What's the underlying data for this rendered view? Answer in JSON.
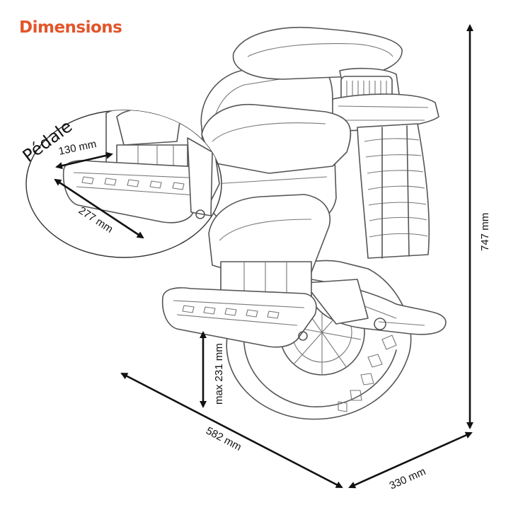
{
  "title": "Dimensions",
  "accent_color": "#e2552a",
  "detail": {
    "label": "Pédale"
  },
  "dimensions": {
    "pedal_width": "130 mm",
    "pedal_length": "277 mm",
    "pedal_height": "max 231 mm",
    "length": "582 mm",
    "width": "330 mm",
    "height": "747 mm"
  }
}
